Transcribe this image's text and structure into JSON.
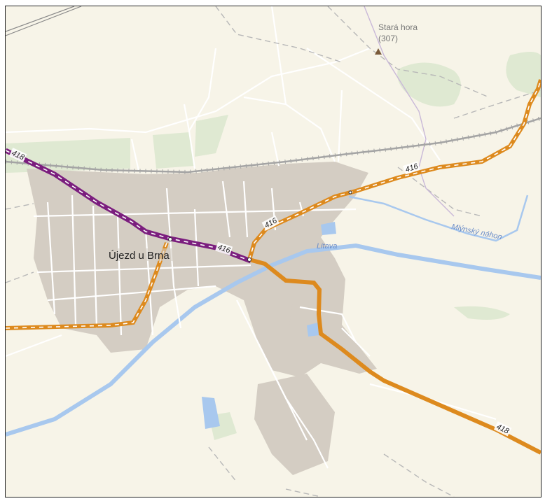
{
  "map": {
    "town": "Újezd u Brna",
    "peak": {
      "name": "Stará hora",
      "elevation": "(307)"
    },
    "water": [
      {
        "name": "Litava"
      },
      {
        "name": "Mlýnský náhon"
      }
    ],
    "route_labels": {
      "purple_418": "418",
      "orange_416_a": "416",
      "orange_416_b": "416",
      "orange_416_c": "416",
      "orange_418": "418"
    },
    "colors": {
      "background": "#f7f4e8",
      "urban": "#d4cdc3",
      "forest": "#dfe9d2",
      "water": "#a8c8ee",
      "route_orange": "#dd8a1e",
      "route_purple": "#7b1e7e",
      "railway": "#9a9a9a",
      "road": "#ffffff"
    }
  }
}
